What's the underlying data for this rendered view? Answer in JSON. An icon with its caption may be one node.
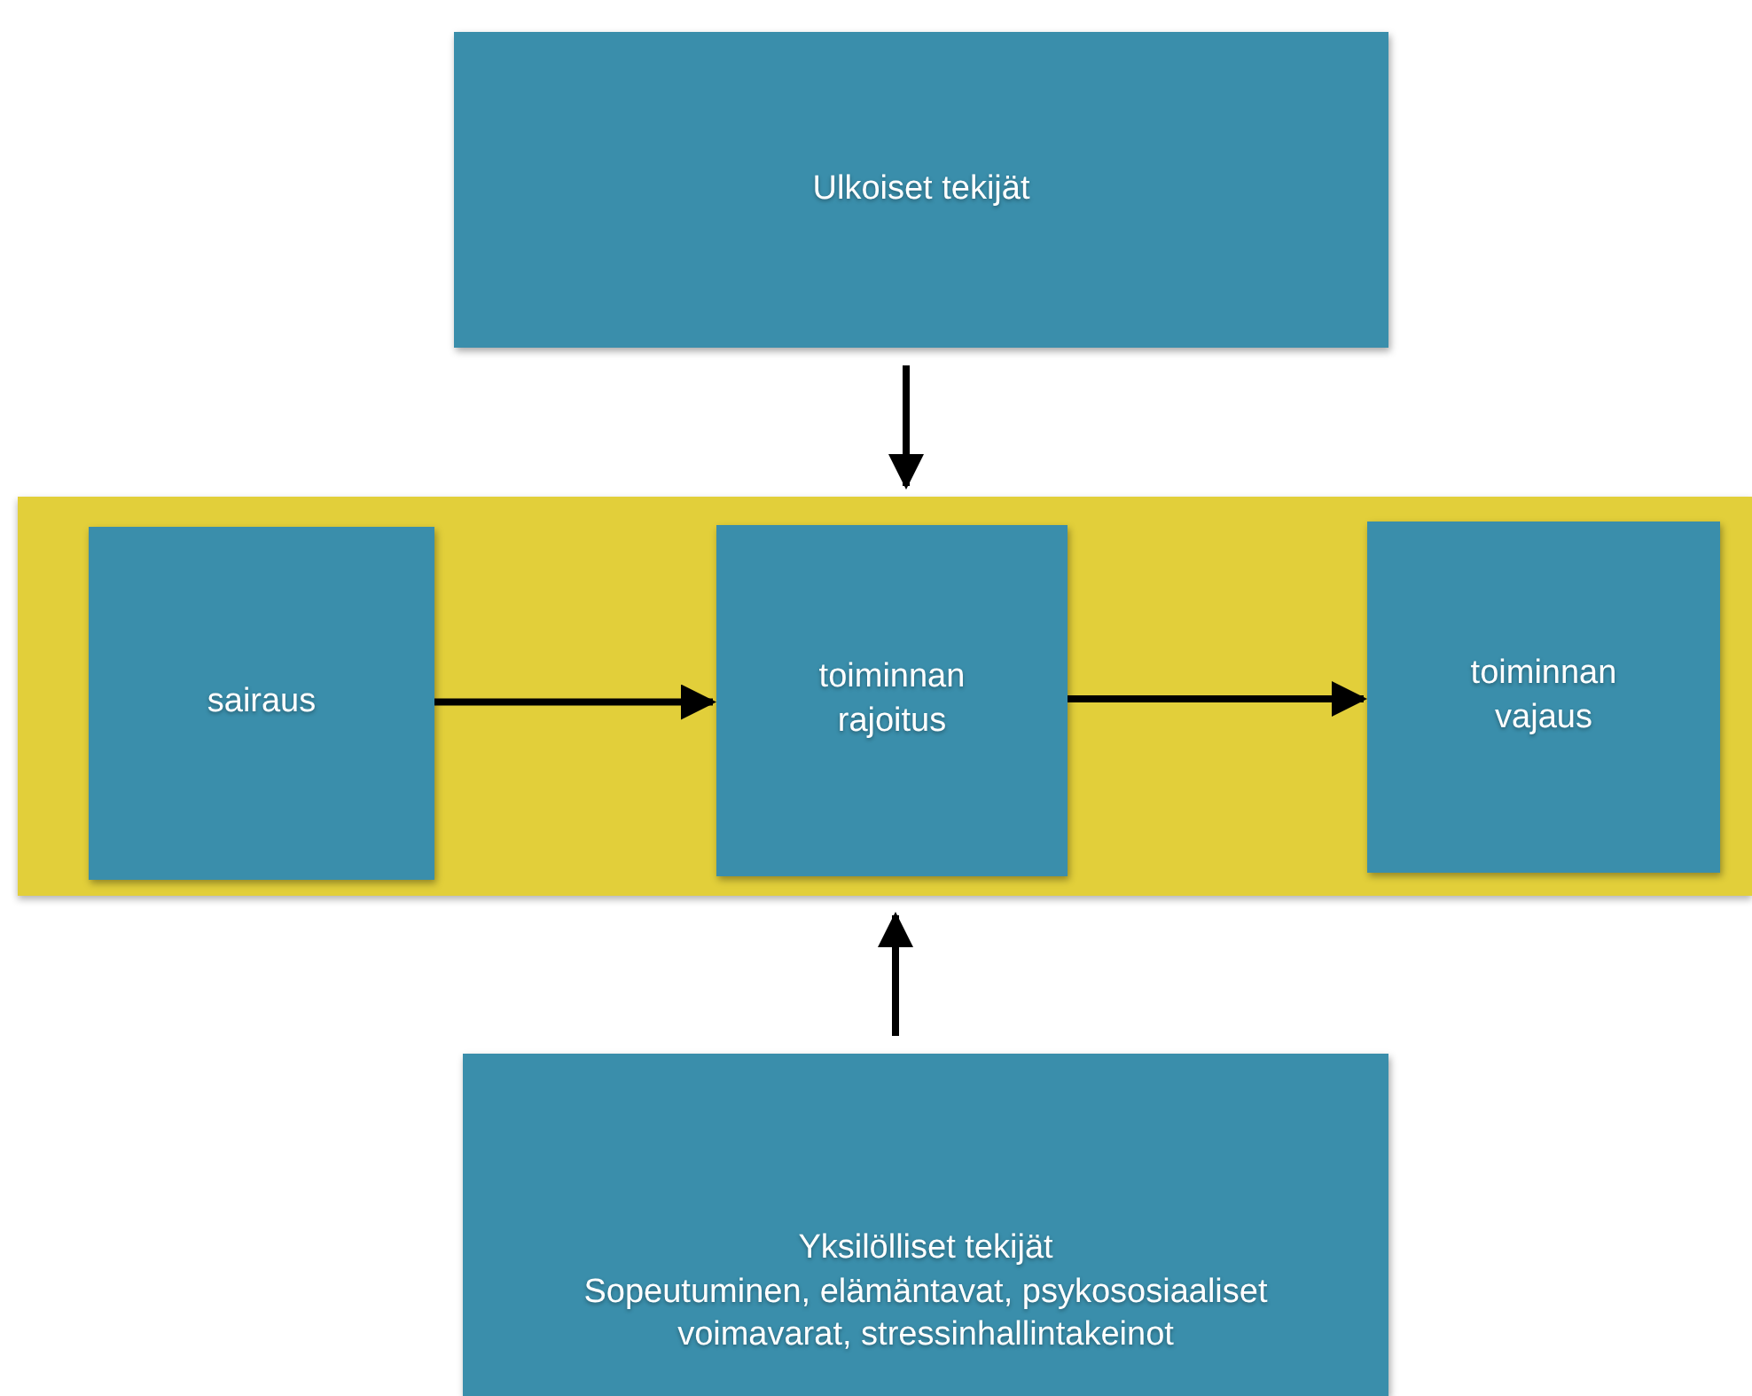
{
  "diagram": {
    "nodes": [
      {
        "text": [
          "Ulkoiset tekijät"
        ]
      },
      {
        "text": [],
        "shape": "bar"
      },
      {
        "text": [
          "sairaus"
        ],
        "in": 1
      },
      {
        "text": [
          "toiminnan rajoitus"
        ],
        "in": 1
      },
      {
        "text": [
          "toiminnan vajaus"
        ],
        "in": 1
      },
      {
        "text": [
          "Yksilölliset tekijät",
          "Sopeutuminen, elämäntavat, psykososiaaliset voimavarat, stressinhallintakeinot"
        ]
      }
    ],
    "edges": [
      {
        "from": 0,
        "to": 3,
        "arrow": "to"
      },
      {
        "from": 2,
        "to": 3,
        "arrow": "to"
      },
      {
        "from": 3,
        "to": 4,
        "arrow": "to"
      },
      {
        "from": 5,
        "to": 3,
        "arrow": "to"
      }
    ]
  }
}
